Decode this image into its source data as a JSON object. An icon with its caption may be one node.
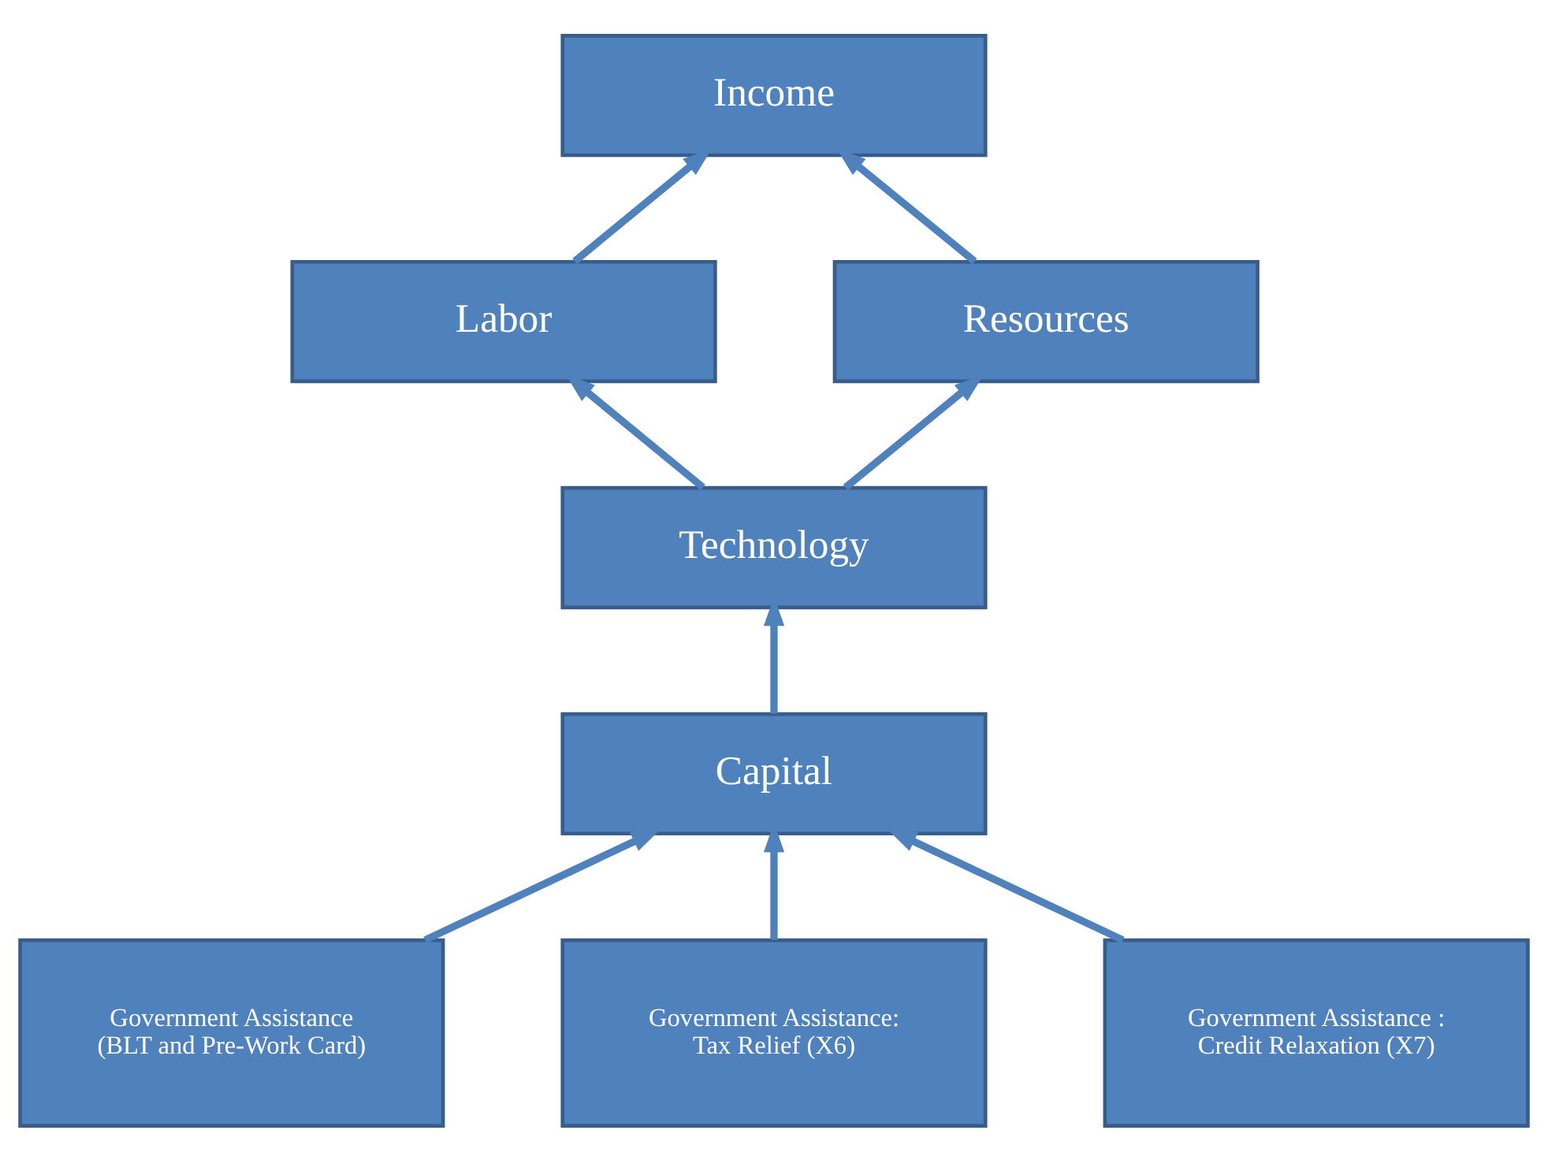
{
  "diagram": {
    "nodes": [
      {
        "text": [
          "Income"
        ]
      },
      {
        "text": [
          "Labor"
        ]
      },
      {
        "text": [
          "Resources"
        ]
      },
      {
        "text": [
          "Technology"
        ]
      },
      {
        "text": [
          "Capital"
        ]
      },
      {
        "text": [
          "Government Assistance (BLT and Pre-Work Card)"
        ]
      },
      {
        "text": [
          "Government Assistance: Tax Relief (X6)"
        ]
      },
      {
        "text": [
          "Government Assistance : Credit Relaxation (X7)"
        ]
      }
    ],
    "edges": [
      {
        "from": 1,
        "to": 0,
        "arrow": "to"
      },
      {
        "from": 2,
        "to": 0,
        "arrow": "to"
      },
      {
        "from": 3,
        "to": 1,
        "arrow": "to"
      },
      {
        "from": 3,
        "to": 2,
        "arrow": "to"
      },
      {
        "from": 4,
        "to": 3,
        "arrow": "to"
      },
      {
        "from": 5,
        "to": 4,
        "arrow": "to"
      },
      {
        "from": 6,
        "to": 4,
        "arrow": "to"
      },
      {
        "from": 7,
        "to": 4,
        "arrow": "to"
      }
    ]
  }
}
